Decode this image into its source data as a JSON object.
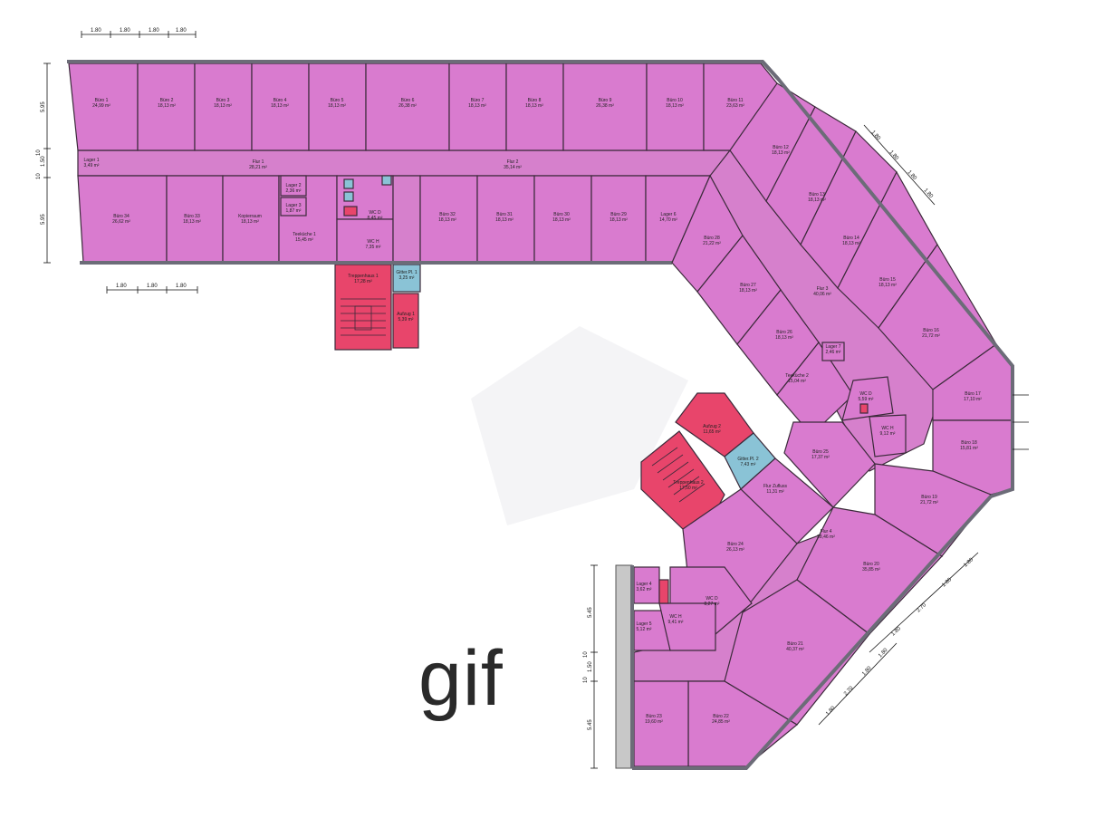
{
  "watermark": "gif",
  "colors": {
    "office": "#d97bcf",
    "stair": "#e8456b",
    "shaft": "#8ac3d6"
  },
  "rooms": [
    {
      "id": "buero-1",
      "name": "Büro 1",
      "area": "24,99 m²"
    },
    {
      "id": "buero-2",
      "name": "Büro 2",
      "area": "18,13 m²"
    },
    {
      "id": "buero-3",
      "name": "Büro 3",
      "area": "18,13 m²"
    },
    {
      "id": "buero-4",
      "name": "Büro 4",
      "area": "18,13 m²"
    },
    {
      "id": "buero-5",
      "name": "Büro 5",
      "area": "18,13 m²"
    },
    {
      "id": "buero-6",
      "name": "Büro 6",
      "area": "26,38 m²"
    },
    {
      "id": "buero-7",
      "name": "Büro 7",
      "area": "18,13 m²"
    },
    {
      "id": "buero-8",
      "name": "Büro 8",
      "area": "18,13 m²"
    },
    {
      "id": "buero-9",
      "name": "Büro 9",
      "area": "26,38 m²"
    },
    {
      "id": "buero-10",
      "name": "Büro 10",
      "area": "18,13 m²"
    },
    {
      "id": "buero-11",
      "name": "Büro 11",
      "area": "23,63 m²"
    },
    {
      "id": "buero-12",
      "name": "Büro 12",
      "area": "18,13 m²"
    },
    {
      "id": "buero-13",
      "name": "Büro 13",
      "area": "18,13 m²"
    },
    {
      "id": "buero-14",
      "name": "Büro 14",
      "area": "18,13 m²"
    },
    {
      "id": "buero-15",
      "name": "Büro 15",
      "area": "18,13 m²"
    },
    {
      "id": "buero-16",
      "name": "Büro 16",
      "area": "21,72 m²"
    },
    {
      "id": "buero-17",
      "name": "Büro 17",
      "area": "17,10 m²"
    },
    {
      "id": "buero-18",
      "name": "Büro 18",
      "area": "15,81 m²"
    },
    {
      "id": "buero-19",
      "name": "Büro 19",
      "area": "21,72 m²"
    },
    {
      "id": "buero-20",
      "name": "Büro 20",
      "area": "35,85 m²"
    },
    {
      "id": "buero-21",
      "name": "Büro 21",
      "area": "40,37 m²"
    },
    {
      "id": "buero-22",
      "name": "Büro 22",
      "area": "24,85 m²"
    },
    {
      "id": "buero-23",
      "name": "Büro 23",
      "area": "19,60 m²"
    },
    {
      "id": "buero-24",
      "name": "Büro 24",
      "area": "26,13 m²"
    },
    {
      "id": "buero-25",
      "name": "Büro 25",
      "area": "17,37 m²"
    },
    {
      "id": "buero-26",
      "name": "Büro 26",
      "area": "18,13 m²"
    },
    {
      "id": "buero-27",
      "name": "Büro 27",
      "area": "18,13 m²"
    },
    {
      "id": "buero-28",
      "name": "Büro 28",
      "area": "21,22 m²"
    },
    {
      "id": "buero-29",
      "name": "Büro 29",
      "area": "18,13 m²"
    },
    {
      "id": "buero-30",
      "name": "Büro 30",
      "area": "18,13 m²"
    },
    {
      "id": "buero-31",
      "name": "Büro 31",
      "area": "18,13 m²"
    },
    {
      "id": "buero-32",
      "name": "Büro 32",
      "area": "18,13 m²"
    },
    {
      "id": "buero-33",
      "name": "Büro 33",
      "area": "18,13 m²"
    },
    {
      "id": "buero-34",
      "name": "Büro 34",
      "area": "26,62 m²"
    },
    {
      "id": "flur-1",
      "name": "Flur 1",
      "area": "28,21 m²"
    },
    {
      "id": "flur-2",
      "name": "Flur 2",
      "area": "35,14 m²"
    },
    {
      "id": "flur-3",
      "name": "Flur 3",
      "area": "40,06 m²"
    },
    {
      "id": "flur-4",
      "name": "Flur 4",
      "area": "28,46 m²"
    },
    {
      "id": "flur-5",
      "name": "Flur Zufluss",
      "area": "11,31 m²"
    },
    {
      "id": "lager-1",
      "name": "Lager 1",
      "area": "3,49 m²"
    },
    {
      "id": "lager-2",
      "name": "Lager 2",
      "area": "2,36 m²"
    },
    {
      "id": "lager-3",
      "name": "Lager 3",
      "area": "1,87 m²"
    },
    {
      "id": "lager-4",
      "name": "Lager 4",
      "area": "3,62 m²"
    },
    {
      "id": "lager-5",
      "name": "Lager 5",
      "area": "5,12 m²"
    },
    {
      "id": "lager-6",
      "name": "Lager 6",
      "area": "14,70 m²"
    },
    {
      "id": "lager-7",
      "name": "Lager 7",
      "area": "2,46 m²"
    },
    {
      "id": "copy",
      "name": "Kopierraum",
      "area": "18,13 m²"
    },
    {
      "id": "tee-1",
      "name": "Teeküche 1",
      "area": "15,45 m²"
    },
    {
      "id": "tee-2",
      "name": "Teeküche 2",
      "area": "15,04 m²"
    },
    {
      "id": "wcd-1",
      "name": "WC D",
      "area": "8,45 m²"
    },
    {
      "id": "wch-1",
      "name": "WC H",
      "area": "7,35 m²"
    },
    {
      "id": "wcd-2",
      "name": "WC D",
      "area": "5,59 m²"
    },
    {
      "id": "wch-2",
      "name": "WC H",
      "area": "9,12 m²"
    },
    {
      "id": "wcd-3",
      "name": "WC D",
      "area": "8,27 m²"
    },
    {
      "id": "wch-3",
      "name": "WC H",
      "area": "9,41 m²"
    },
    {
      "id": "trh-1",
      "name": "Treppenhaus 1",
      "area": "17,28 m²"
    },
    {
      "id": "trh-2",
      "name": "Treppenhaus 2",
      "area": "17,50 m²"
    },
    {
      "id": "aufzug-1",
      "name": "Aufzug 1",
      "area": "5,39 m²"
    },
    {
      "id": "aufzug-2",
      "name": "Aufzug 2",
      "area": "11,65 m²"
    },
    {
      "id": "schacht-1",
      "name": "Gitter.Pl. 1",
      "area": "3,25 m²"
    },
    {
      "id": "schacht-2",
      "name": "Gitter.Pl. 2",
      "area": "7,43 m²"
    }
  ],
  "dimensions": {
    "top": [
      "1.80",
      "1.80",
      "1.80",
      "1.80"
    ],
    "bottom": [
      "1.80",
      "1.80",
      "1.80"
    ],
    "left": [
      "5.95",
      "10",
      "1.50",
      "10",
      "5.95"
    ],
    "right_upper": [
      "1.80",
      "1.80",
      "1.80",
      "1.80"
    ],
    "lower_left": [
      "5.45",
      "10",
      "1.50",
      "10",
      "5.45"
    ],
    "lower_diag_a": [
      "1.80",
      "1.80",
      "2.70",
      "1.80"
    ],
    "lower_diag_b": [
      "1.80",
      "1.80",
      "2.70",
      "1.80"
    ]
  }
}
